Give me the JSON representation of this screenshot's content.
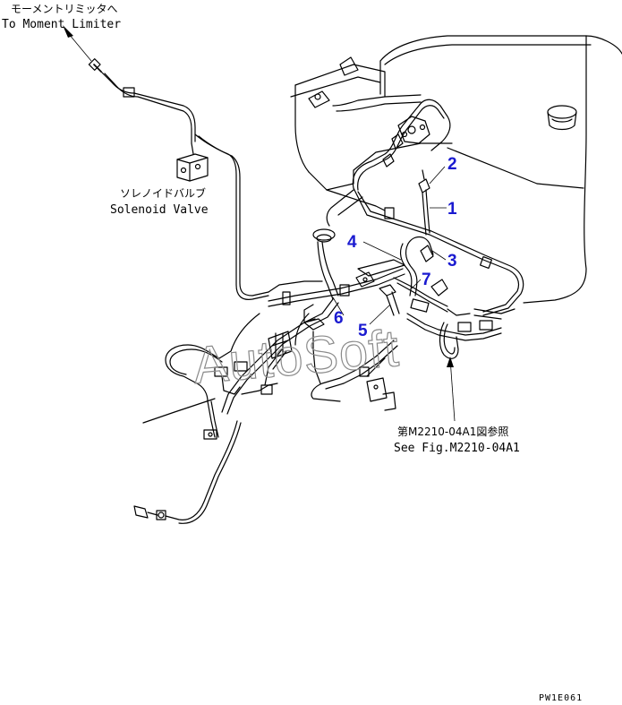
{
  "labels": {
    "moment_limiter_jp": "モーメントリミッタへ",
    "moment_limiter_en": "To Moment Limiter",
    "solenoid_jp": "ソレノイドバルブ",
    "solenoid_en": "Solenoid Valve",
    "see_fig_jp": "第M2210-04A1図参照",
    "see_fig_en": "See Fig.M2210-04A1"
  },
  "callouts": [
    "1",
    "2",
    "3",
    "4",
    "5",
    "6",
    "7"
  ],
  "watermark": "AutoSoft",
  "drawing_code": "PW1E061",
  "colors": {
    "callout": "#1a1ad0",
    "line": "#000000",
    "watermark": "#8a8a8a"
  }
}
